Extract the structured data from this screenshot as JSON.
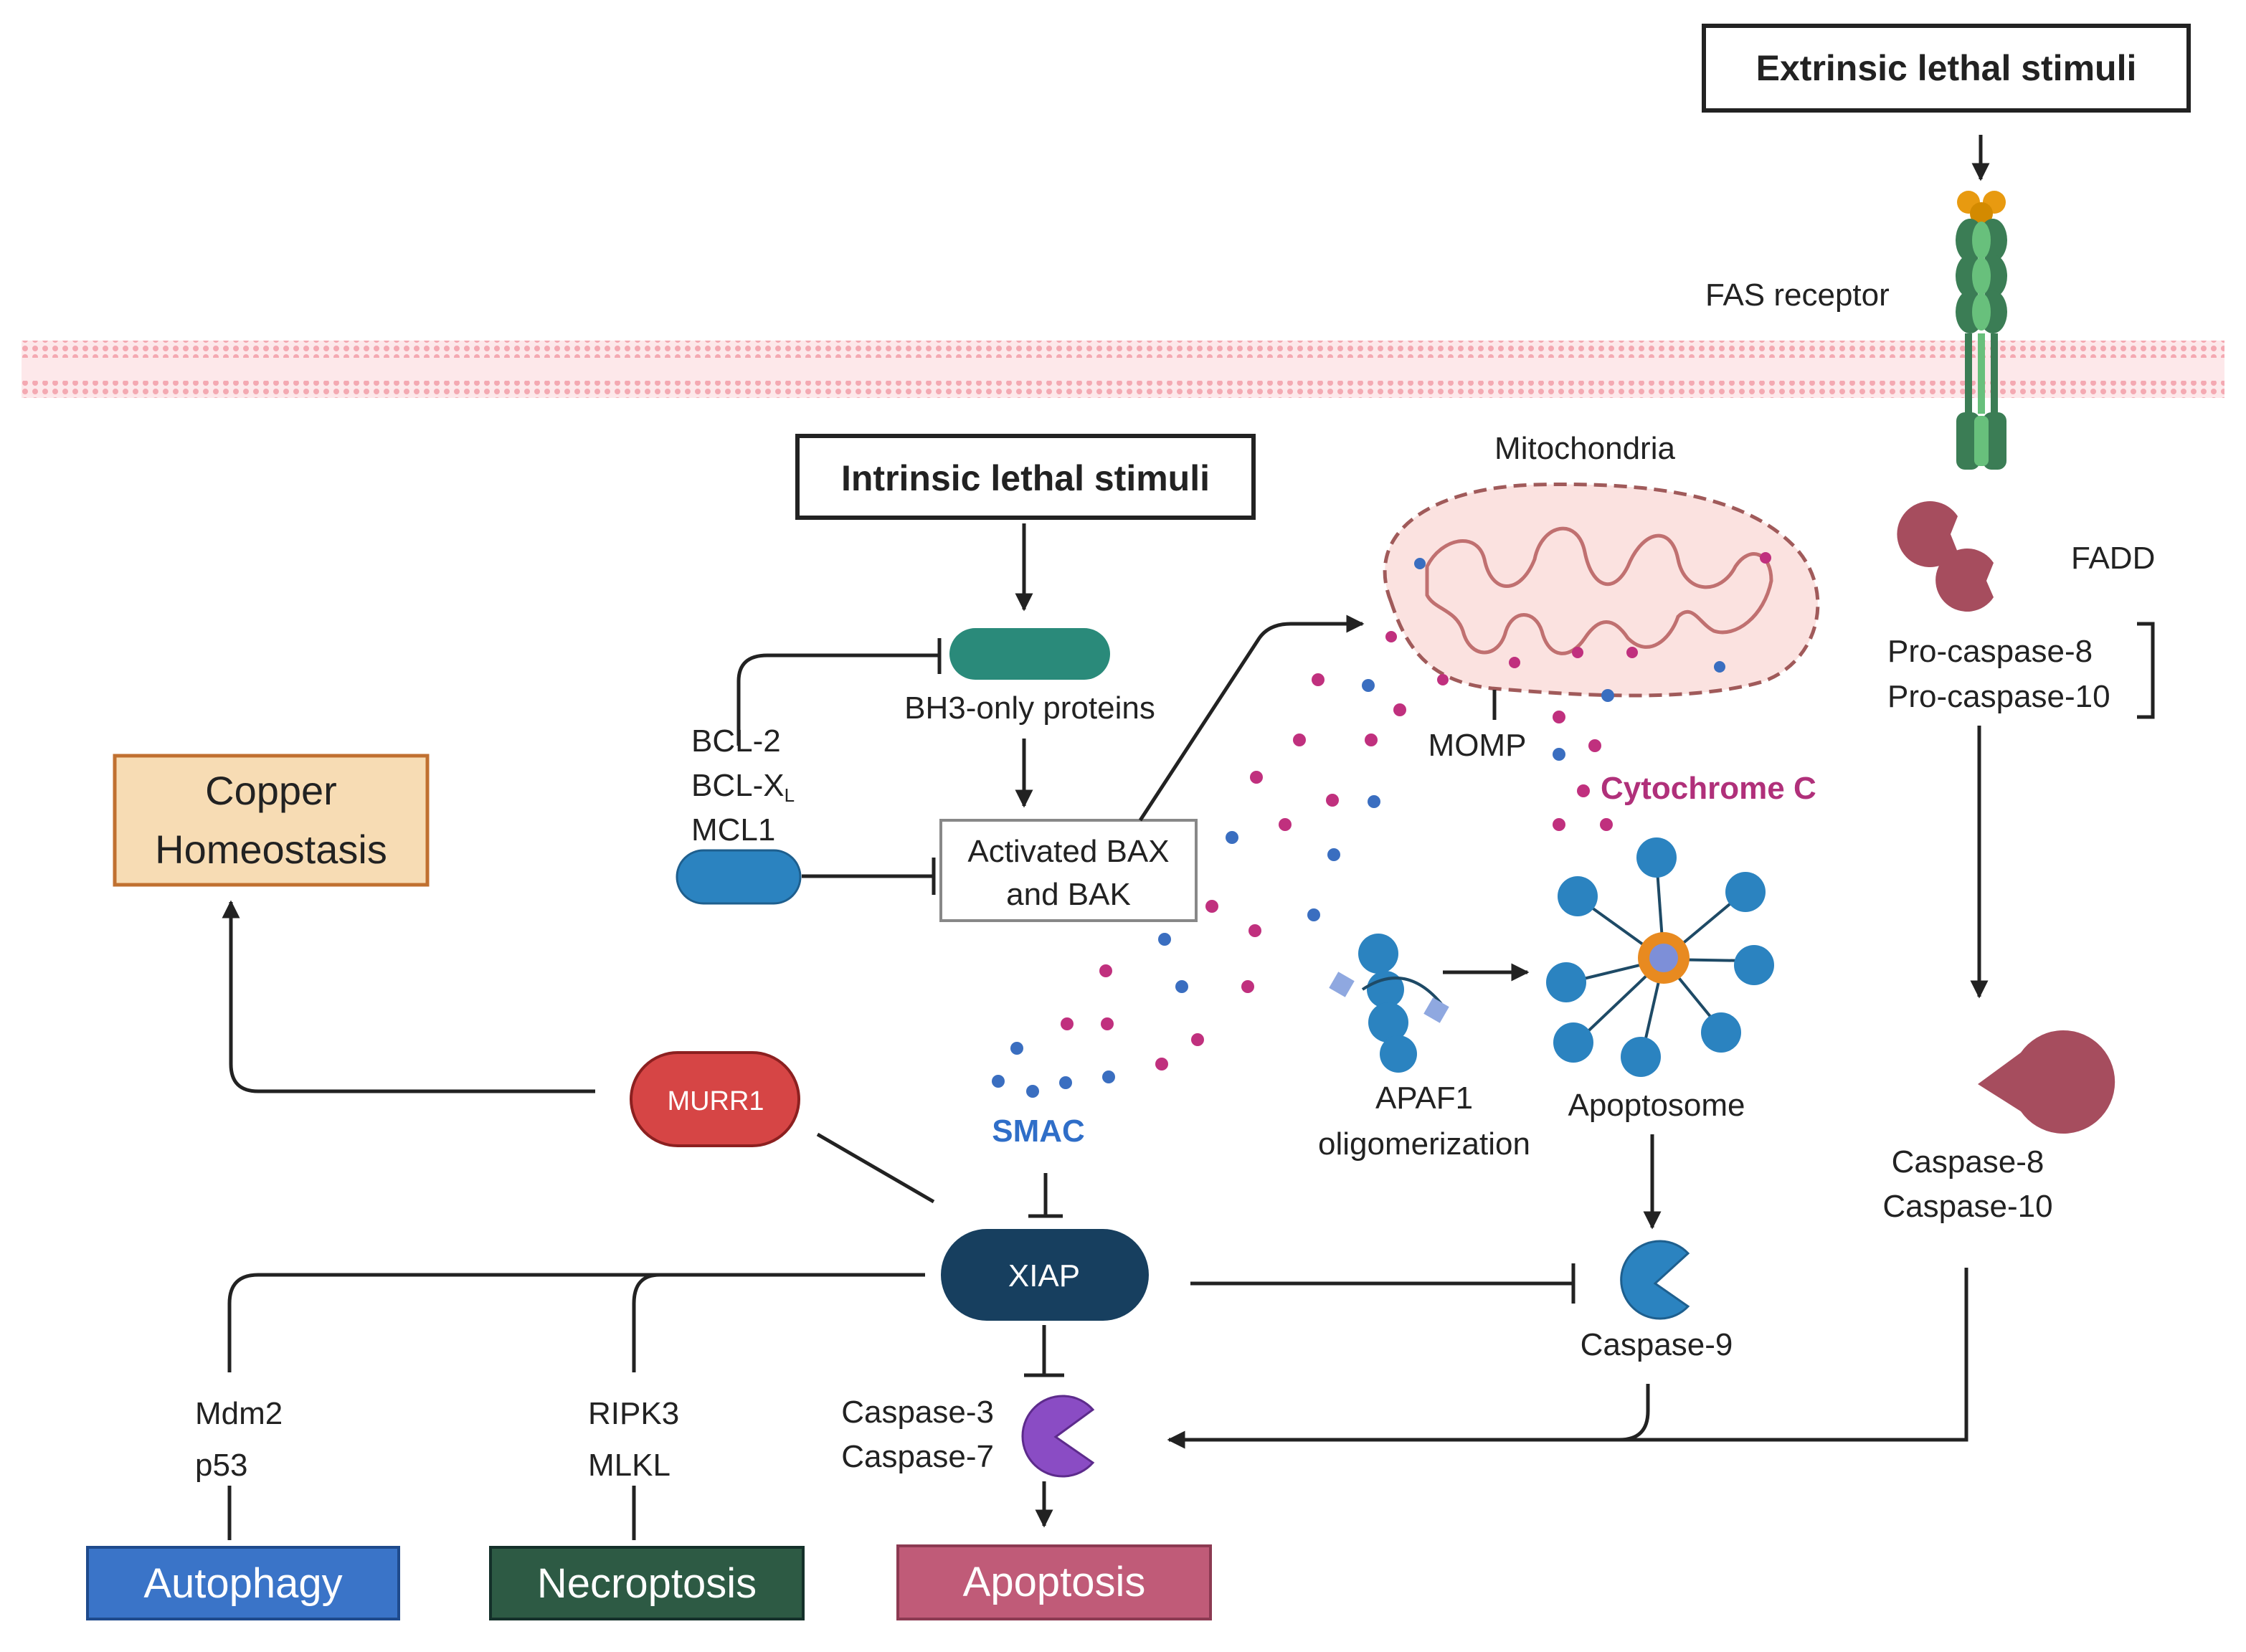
{
  "stimuli": {
    "extrinsic": "Extrinsic lethal stimuli",
    "intrinsic": "Intrinsic lethal stimuli"
  },
  "labels": {
    "fas_receptor": "FAS receptor",
    "fadd": "FADD",
    "pro_caspase_8": "Pro-caspase-8",
    "pro_caspase_10": "Pro-caspase-10",
    "caspase_8": "Caspase-8",
    "caspase_10": "Caspase-10",
    "mitochondria": "Mitochondria",
    "momp": "MOMP",
    "cytochrome_c": "Cytochrome C",
    "bh3_only": "BH3-only proteins",
    "bcl2": "BCL-2",
    "bclxl_base": "BCL-X",
    "bclxl_sub": "L",
    "mcl1": "MCL1",
    "bax_bak_line1": "Activated BAX",
    "bax_bak_line2": "and BAK",
    "smac": "SMAC",
    "apaf1_line1": "APAF1",
    "apaf1_line2": "oligomerization",
    "apoptosome": "Apoptosome",
    "caspase_9": "Caspase-9",
    "murr1": "MURR1",
    "xiap": "XIAP",
    "caspase_3": "Caspase-3",
    "caspase_7": "Caspase-7",
    "mdm2": "Mdm2",
    "p53": "p53",
    "ripk3": "RIPK3",
    "mlkl": "MLKL"
  },
  "outcomes": {
    "copper_line1": "Copper",
    "copper_line2": "Homeostasis",
    "autophagy": "Autophagy",
    "necroptosis": "Necroptosis",
    "apoptosis": "Apoptosis"
  },
  "colors": {
    "membrane": "#f6b8bf",
    "teal": "#2a8a7a",
    "blue": "#2b83c0",
    "maroon": "#a64d5e",
    "purple": "#8a4cc4",
    "murr1": "#d64545",
    "xiap": "#173f5f",
    "dot_pink": "#c0307e",
    "dot_blue": "#3a6ec0",
    "smac_text": "#2f6ec8",
    "cytc_text": "#b0307a",
    "copper_fill": "#f7dcb4",
    "copper_border": "#c07030",
    "autophagy_fill": "#3a74c8",
    "necroptosis_fill": "#2d5a44",
    "apoptosis_fill": "#c05b78"
  }
}
